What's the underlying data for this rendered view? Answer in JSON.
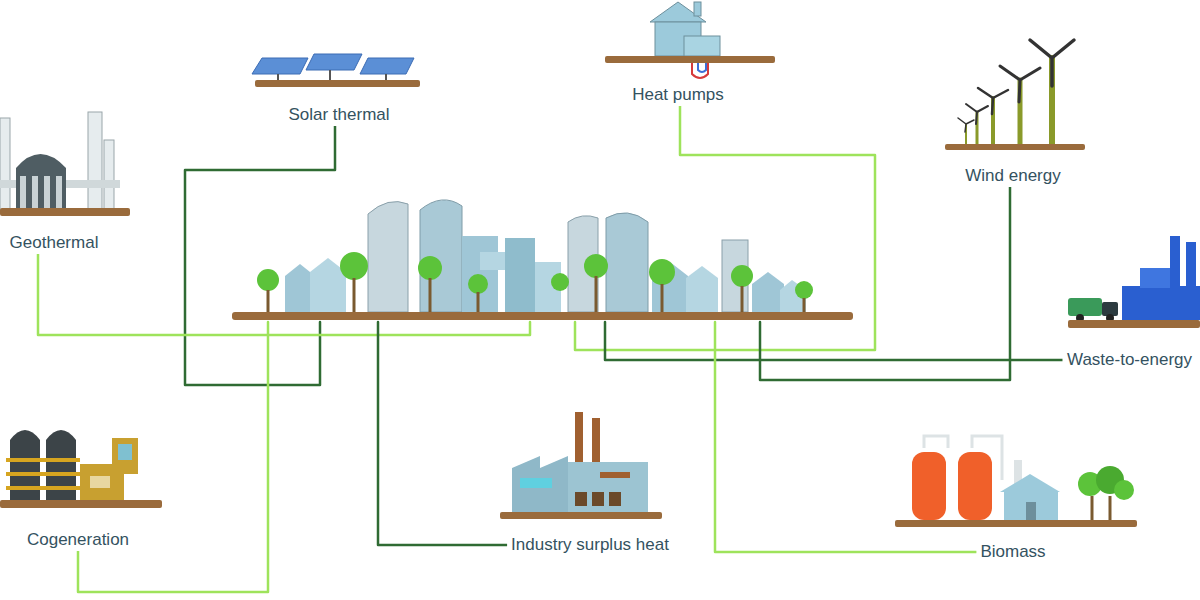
{
  "diagram": {
    "nodes": [
      {
        "text": [
          "Solar thermal"
        ]
      },
      {
        "text": [
          "Heat pumps"
        ]
      },
      {
        "text": [
          "Wind energy"
        ]
      },
      {
        "text": [
          "Geothermal"
        ]
      },
      {
        "text": [
          "Waste-to-energy"
        ]
      },
      {
        "text": [
          "Cogeneration"
        ]
      },
      {
        "text": [
          "Industry surplus heat"
        ]
      },
      {
        "text": [
          "Biomass"
        ]
      },
      {
        "text": []
      }
    ],
    "edges": [
      {
        "from": 0,
        "to": 8,
        "arrow": "none"
      },
      {
        "from": 1,
        "to": 8,
        "arrow": "none"
      },
      {
        "from": 2,
        "to": 8,
        "arrow": "none"
      },
      {
        "from": 3,
        "to": 8,
        "arrow": "none"
      },
      {
        "from": 4,
        "to": 8,
        "arrow": "none"
      },
      {
        "from": 5,
        "to": 8,
        "arrow": "none"
      },
      {
        "from": 6,
        "to": 8,
        "arrow": "none"
      },
      {
        "from": 7,
        "to": 8,
        "arrow": "none"
      }
    ]
  }
}
